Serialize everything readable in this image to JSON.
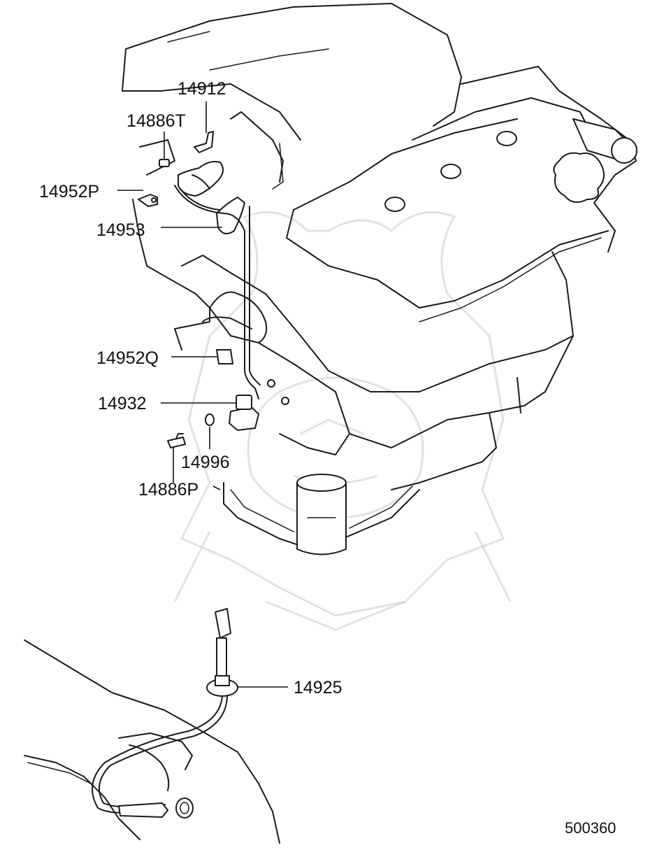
{
  "diagram": {
    "drawing_number": "500360",
    "callouts": [
      {
        "id": "14912",
        "label": "14912"
      },
      {
        "id": "14886T",
        "label": "14886T"
      },
      {
        "id": "14952P",
        "label": "14952P"
      },
      {
        "id": "14953",
        "label": "14953"
      },
      {
        "id": "14952Q",
        "label": "14952Q"
      },
      {
        "id": "14932",
        "label": "14932"
      },
      {
        "id": "14996",
        "label": "14996"
      },
      {
        "id": "14886P",
        "label": "14886P"
      },
      {
        "id": "14925",
        "label": "14925"
      }
    ]
  },
  "colors": {
    "line": "#1a1a1a",
    "watermark": "#cfcfcf",
    "background": "#ffffff"
  }
}
